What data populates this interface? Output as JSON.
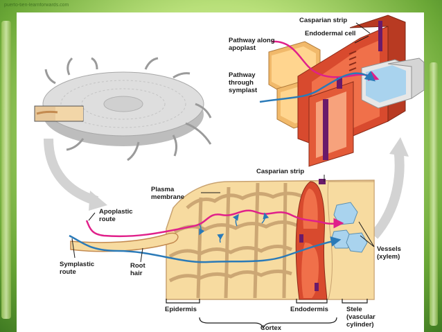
{
  "watermark": "puerto-tien-learnforwards.com",
  "labels": {
    "casparian_strip_top": "Casparian strip",
    "endodermal_cell": "Endodermal cell",
    "pathway_apoplast": "Pathway along\napoplast",
    "pathway_symplast": "Pathway\nthrough\nsymplast",
    "casparian_strip_bottom": "Casparian strip",
    "plasma_membrane": "Plasma\nmembrane",
    "apoplastic_route": "Apoplastic\nroute",
    "symplastic_route": "Symplastic\nroute",
    "root_hair": "Root\nhair",
    "vessels": "Vessels\n(xylem)",
    "epidermis": "Epidermis",
    "endodermis": "Endodermis",
    "stele": "Stele\n(vascular\ncylinder)",
    "cortex": "Cortex"
  },
  "colors": {
    "apoplast_path": "#e0208a",
    "symplast_path": "#2a7ab8",
    "casparian": "#6a1a6a",
    "endodermis": "#e0553a",
    "cortex_cell": "#f7dba0",
    "cell_wall": "#c8a270",
    "xylem": "#a9d3ee"
  }
}
